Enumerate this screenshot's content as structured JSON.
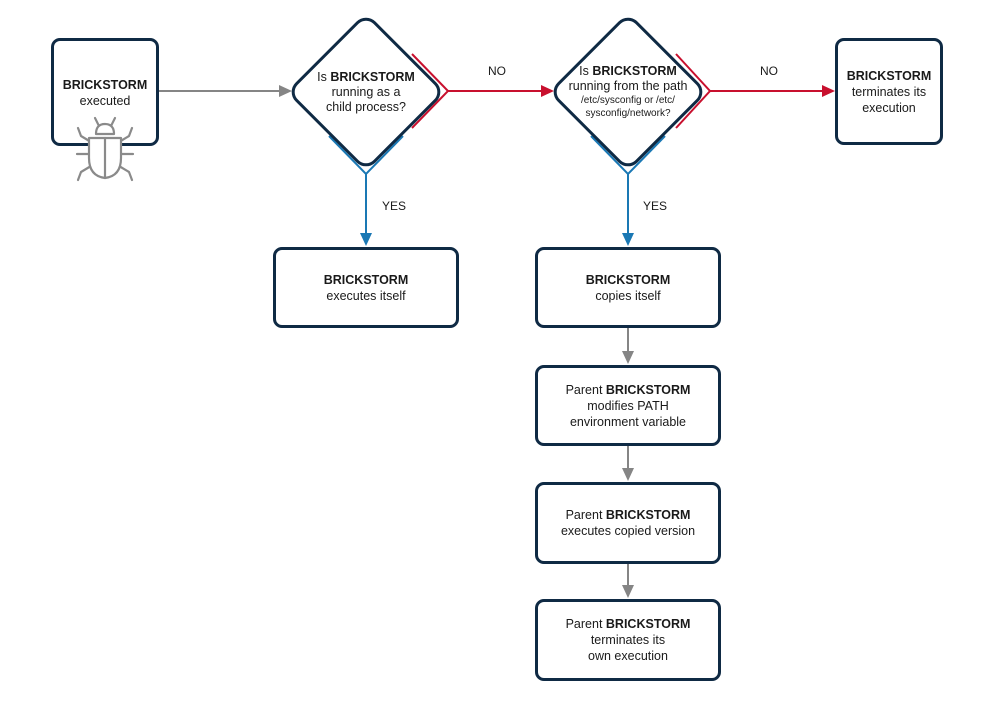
{
  "colors": {
    "box_border": "#0f2a44",
    "arrow_gray": "#858585",
    "no_red": "#c8102e",
    "yes_blue": "#1a78b4",
    "icon_gray": "#8a8a8a"
  },
  "nodes": {
    "start": {
      "bold": "BRICKSTORM",
      "line2": "executed",
      "icon": "bug-icon"
    },
    "decision1": {
      "prefix": "Is ",
      "bold": "BRICKSTORM",
      "line2": "running as a",
      "line3": "child process?"
    },
    "decision2": {
      "prefix": "Is ",
      "bold": "BRICKSTORM",
      "line2": "running from the path",
      "small1": "/etc/sysconfig or /etc/",
      "small2": "sysconfig/network?"
    },
    "terminate": {
      "bold": "BRICKSTORM",
      "line2": "terminates its",
      "line3": "execution"
    },
    "executes_itself": {
      "bold": "BRICKSTORM",
      "line2": "executes itself"
    },
    "copies_itself": {
      "bold": "BRICKSTORM",
      "line2": "copies itself"
    },
    "modifies_path": {
      "prefix": "Parent ",
      "bold": "BRICKSTORM",
      "line2": "modifies PATH",
      "line3": "environment variable"
    },
    "executes_copied": {
      "prefix": "Parent ",
      "bold": "BRICKSTORM",
      "line2": "executes copied version"
    },
    "terminates_own": {
      "prefix": "Parent ",
      "bold": "BRICKSTORM",
      "line2": "terminates its",
      "line3": "own execution"
    }
  },
  "edge_labels": {
    "no1": "NO",
    "no2": "NO",
    "yes1": "YES",
    "yes2": "YES"
  }
}
